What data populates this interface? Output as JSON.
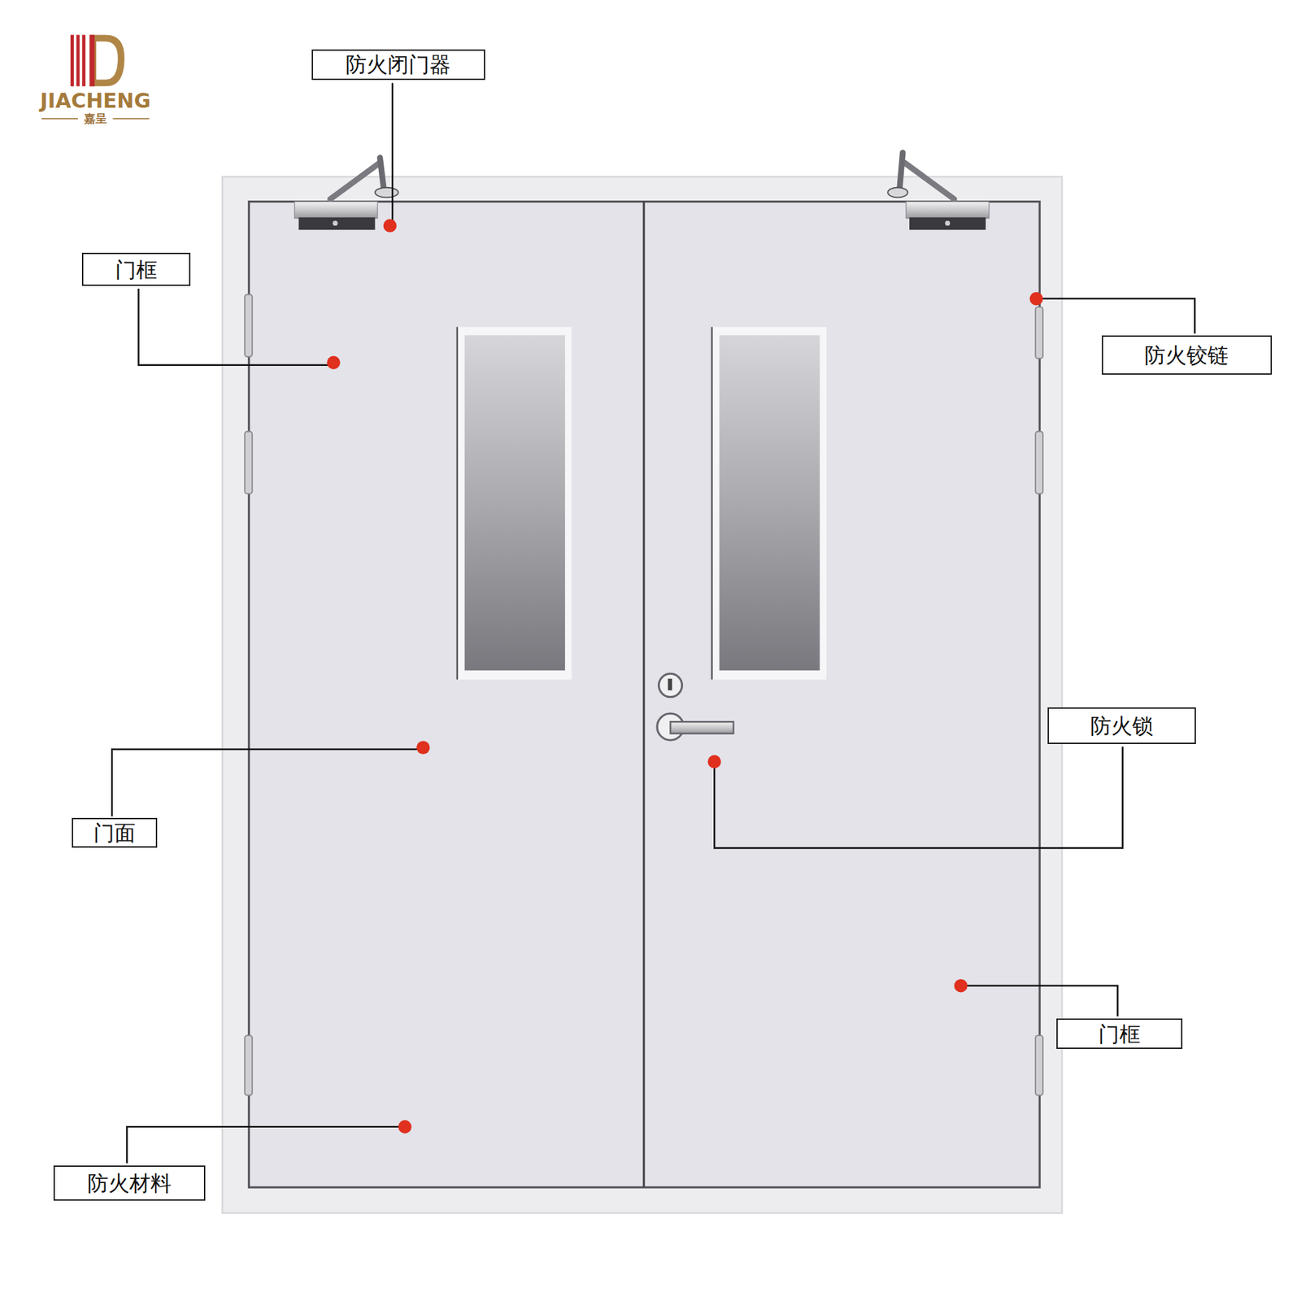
{
  "diagram": {
    "nodes": [
      {
        "text": [
          "防火闭门器"
        ]
      },
      {
        "text": [
          "门框"
        ]
      },
      {
        "text": [
          "防火铰链"
        ]
      },
      {
        "text": [
          "防火锁"
        ]
      },
      {
        "text": [
          "门面"
        ]
      },
      {
        "text": [
          "门框"
        ]
      },
      {
        "text": [
          "防火材料"
        ]
      }
    ],
    "labels": [
      "JIACHENG",
      "嘉呈"
    ]
  }
}
